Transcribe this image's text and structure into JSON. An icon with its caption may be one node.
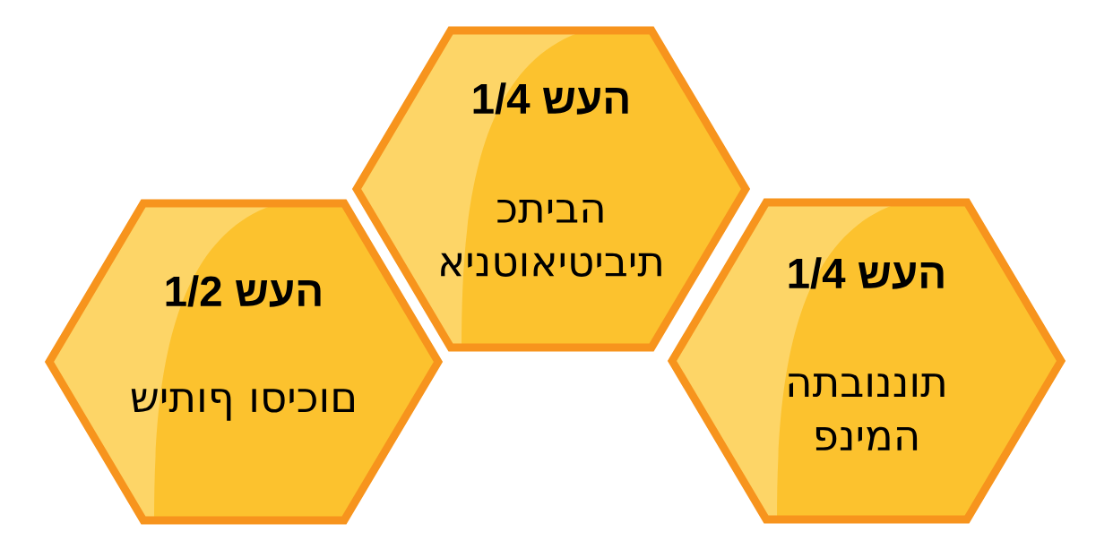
{
  "diagram": {
    "nodes": [
      {
        "text": [
          "1/2 שעה",
          "שיתוף וסיכום"
        ]
      },
      {
        "text": [
          "1/4 שעה",
          "כתיבה אינטואיטיבית"
        ]
      },
      {
        "text": [
          "1/4 שעה",
          "התבוננות פנימה"
        ]
      }
    ]
  }
}
